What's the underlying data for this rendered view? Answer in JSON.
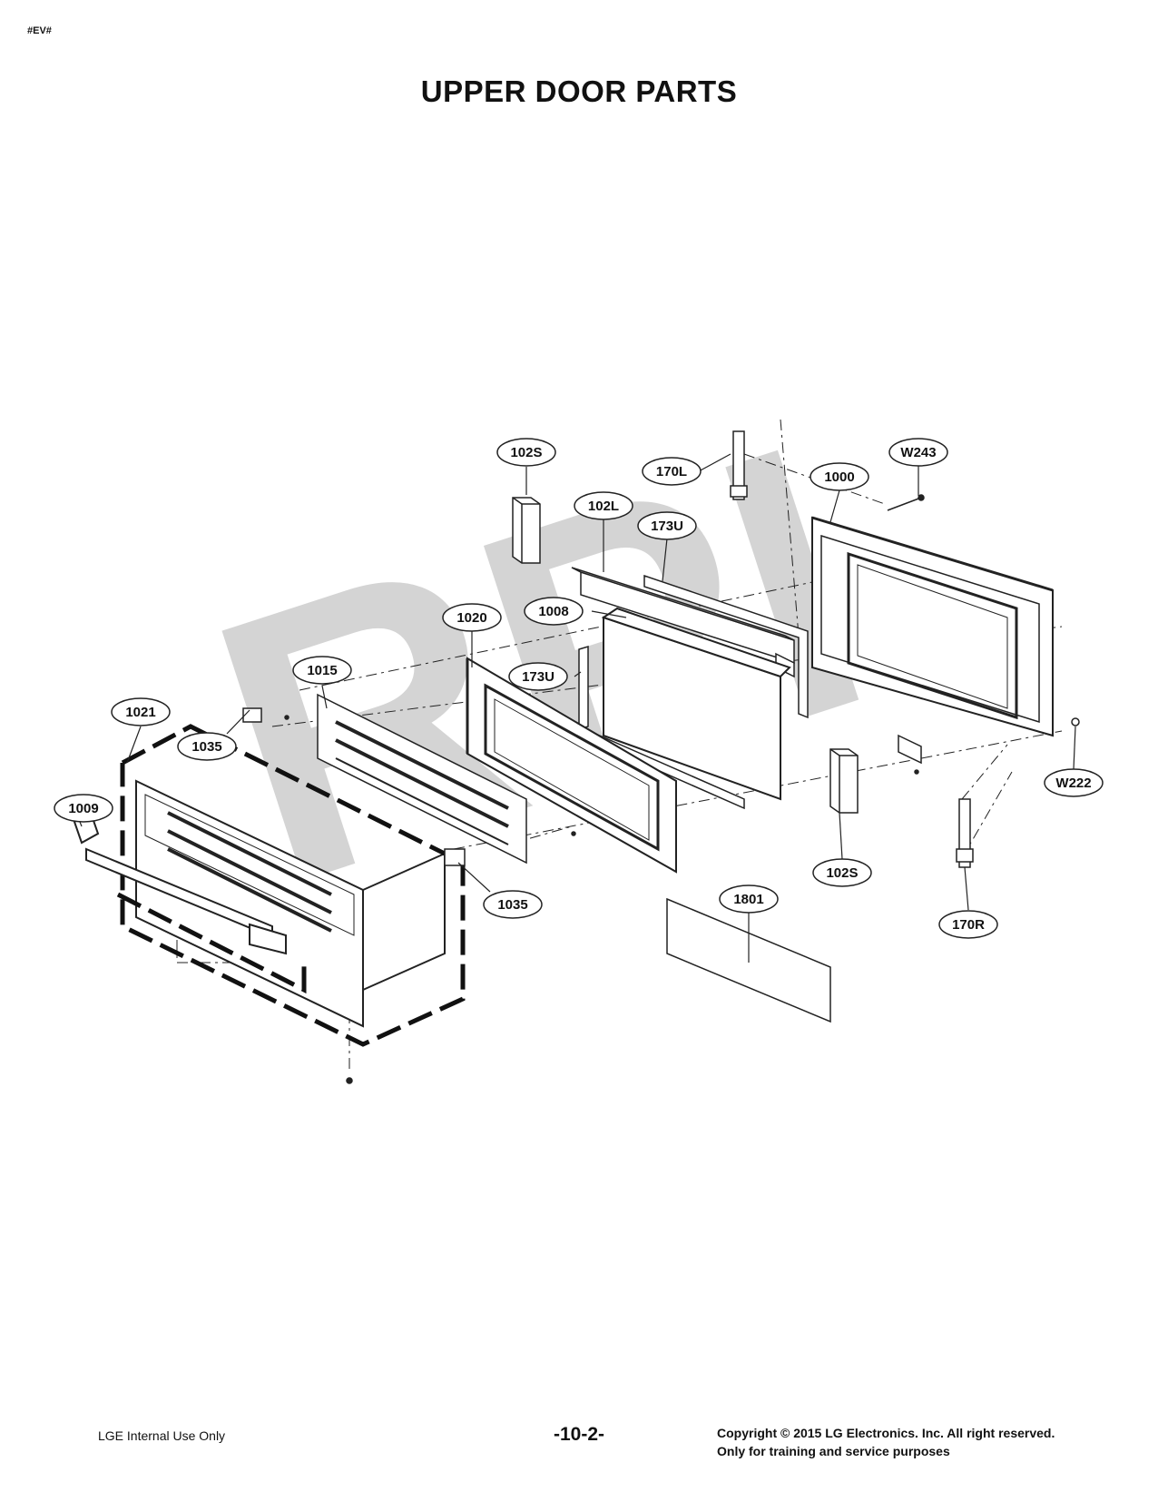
{
  "header": {
    "tag": "#EV#",
    "title": "UPPER DOOR PARTS"
  },
  "watermark": "RPI",
  "callouts": {
    "p102S_top": "102S",
    "p170L": "170L",
    "pW243": "W243",
    "p1000": "1000",
    "p102L": "102L",
    "p173U_top": "173U",
    "p1008": "1008",
    "p1020": "1020",
    "p173U_mid": "173U",
    "p1015": "1015",
    "p1021": "1021",
    "p1035_top": "1035",
    "p1009": "1009",
    "p1035_bot": "1035",
    "p102S_bot": "102S",
    "pW222": "W222",
    "p1801": "1801",
    "p170R": "170R"
  },
  "footer": {
    "left": "LGE Internal Use Only",
    "page": "-10-2-",
    "copyright": "Copyright © 2015 LG Electronics. Inc. All right reserved.",
    "note": "Only for training and service purposes"
  }
}
